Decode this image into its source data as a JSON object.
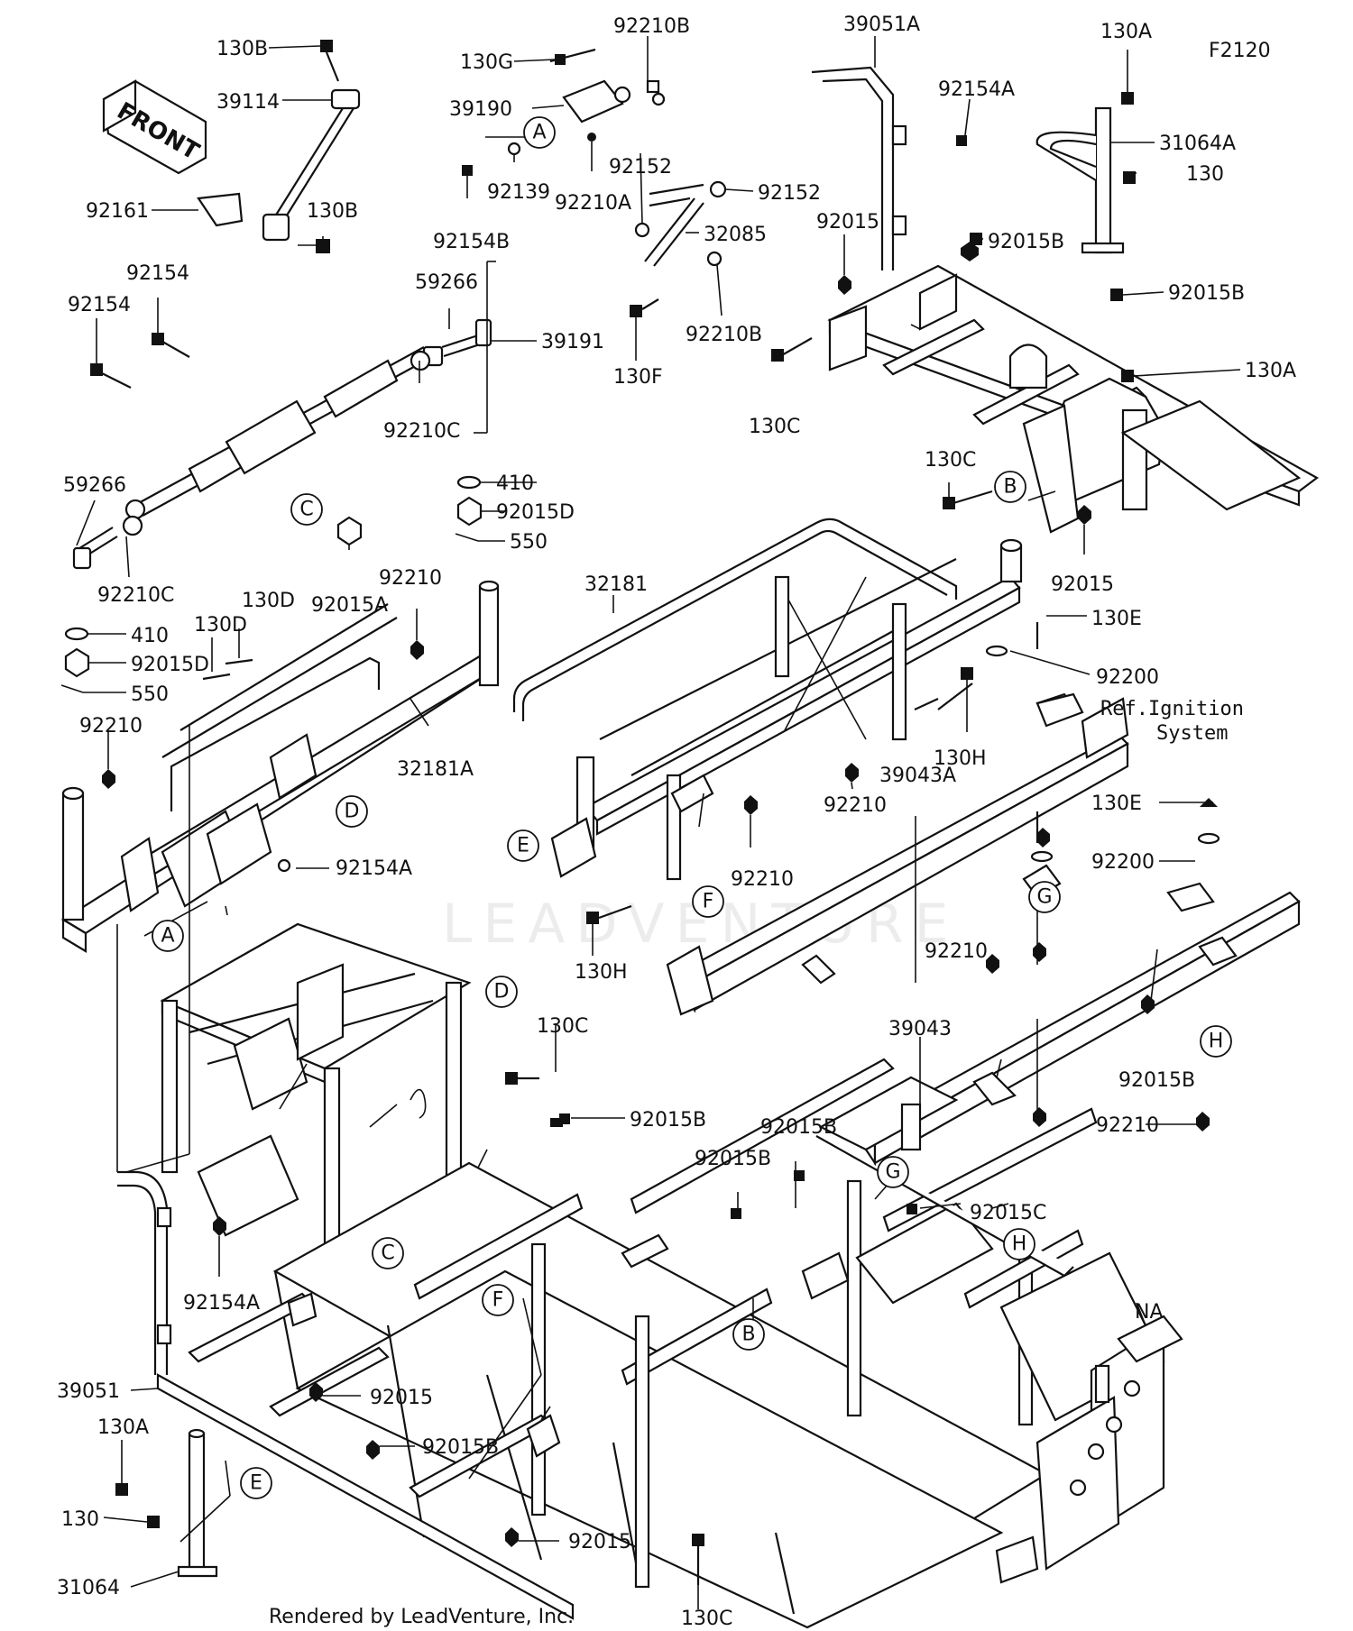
{
  "figure_code": "F2120",
  "footer": "Rendered by LeadVenture, Inc.",
  "watermark": "LEADVENTURE",
  "front_arrow": "FRONT",
  "ref_note": {
    "line1": "Ref.Ignition",
    "line2": "System"
  },
  "labels": [
    "130B",
    "39114",
    "92161",
    "130B",
    "92154",
    "92154",
    "59266",
    "92210C",
    "59266",
    "39191",
    "92210C",
    "410",
    "92015D",
    "550",
    "92015A",
    "410",
    "92015D",
    "550",
    "130D",
    "130D",
    "92210",
    "92210",
    "32181A",
    "92154A",
    "130G",
    "92210B",
    "39190",
    "92139",
    "92154B",
    "92210A",
    "92152",
    "92152",
    "32085",
    "130F",
    "92210B",
    "39051A",
    "92154A",
    "92015",
    "92015B",
    "130C",
    "130A",
    "31064A",
    "130",
    "92015B",
    "130A",
    "130C",
    "92015",
    "32181",
    "130E",
    "92200",
    "130H",
    "92210",
    "39043A",
    "92210",
    "130H",
    "130E",
    "92200",
    "92210",
    "39043",
    "92015B",
    "92210",
    "130C",
    "92015B",
    "92015B",
    "92015B",
    "92015C",
    "92154A",
    "39051",
    "92015",
    "92015B",
    "130A",
    "130",
    "31064",
    "92015",
    "130C",
    "NA"
  ],
  "callouts": [
    "A",
    "A",
    "B",
    "B",
    "C",
    "C",
    "D",
    "D",
    "E",
    "E",
    "F",
    "F",
    "G",
    "G",
    "H",
    "H"
  ]
}
